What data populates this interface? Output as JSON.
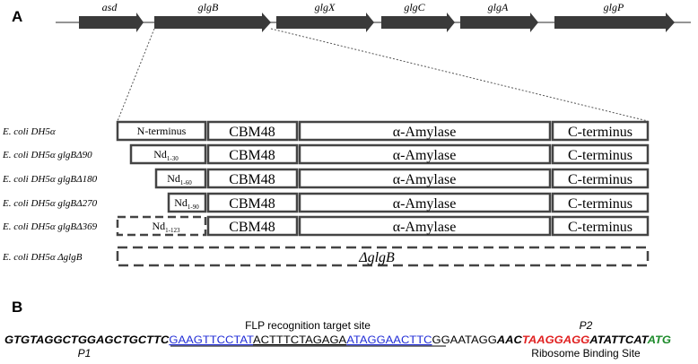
{
  "panel_a": {
    "label": "A",
    "genes": [
      "asd",
      "glgB",
      "glgX",
      "glgC",
      "glgA",
      "glgP"
    ],
    "strains": [
      {
        "prefix": "E. coli DH5α",
        "suffix": ""
      },
      {
        "prefix": "E. coli DH5α glgB",
        "suffix": "Δ90"
      },
      {
        "prefix": "E. coli DH5α glgB",
        "suffix": "Δ180"
      },
      {
        "prefix": "E. coli DH5α glgB",
        "suffix": "Δ270"
      },
      {
        "prefix": "E. coli DH5α glgB",
        "suffix": "Δ369"
      },
      {
        "prefix": "E. coli DH5α ",
        "suffix": "ΔglgB"
      }
    ],
    "nterm_labels": [
      {
        "main": "N-terminus",
        "sub": ""
      },
      {
        "main": "Nd",
        "sub": "1-30"
      },
      {
        "main": "Nd",
        "sub": "1-60"
      },
      {
        "main": "Nd",
        "sub": "1-90"
      },
      {
        "main": "Nd",
        "sub": "1-123"
      }
    ],
    "domain_cbm": "CBM48",
    "domain_amylase": "α-Amylase",
    "domain_cterm": "C-terminus",
    "deletion_label": "ΔglgB"
  },
  "panel_b": {
    "label": "B",
    "flp_label": "FLP recognition target site",
    "p2_label": "P2",
    "p1_label": "P1",
    "rbs_label": "Ribosome Binding Site",
    "sequence": [
      {
        "text": "GTGTAGGCTGGAGCTGCTTC",
        "style": "italic-bold",
        "color": "#000000"
      },
      {
        "text": "GAAGTTCCTAT",
        "style": "underline",
        "color": "#1f2bd6"
      },
      {
        "text": "ACTTTCTAGAGA",
        "style": "underline",
        "color": "#000000"
      },
      {
        "text": "ATAGGAACTTC",
        "style": "underline",
        "color": "#1f2bd6"
      },
      {
        "text": "GGAATAGG",
        "style": "plain",
        "color": "#000000"
      },
      {
        "text": "AAC",
        "style": "italic-bold",
        "color": "#000000"
      },
      {
        "text": "TAAGGAGG",
        "style": "italic-bold",
        "color": "#e02020"
      },
      {
        "text": "ATATTCAT",
        "style": "italic-bold",
        "color": "#000000"
      },
      {
        "text": "ATG",
        "style": "italic-bold",
        "color": "#1c8a2a"
      }
    ]
  }
}
